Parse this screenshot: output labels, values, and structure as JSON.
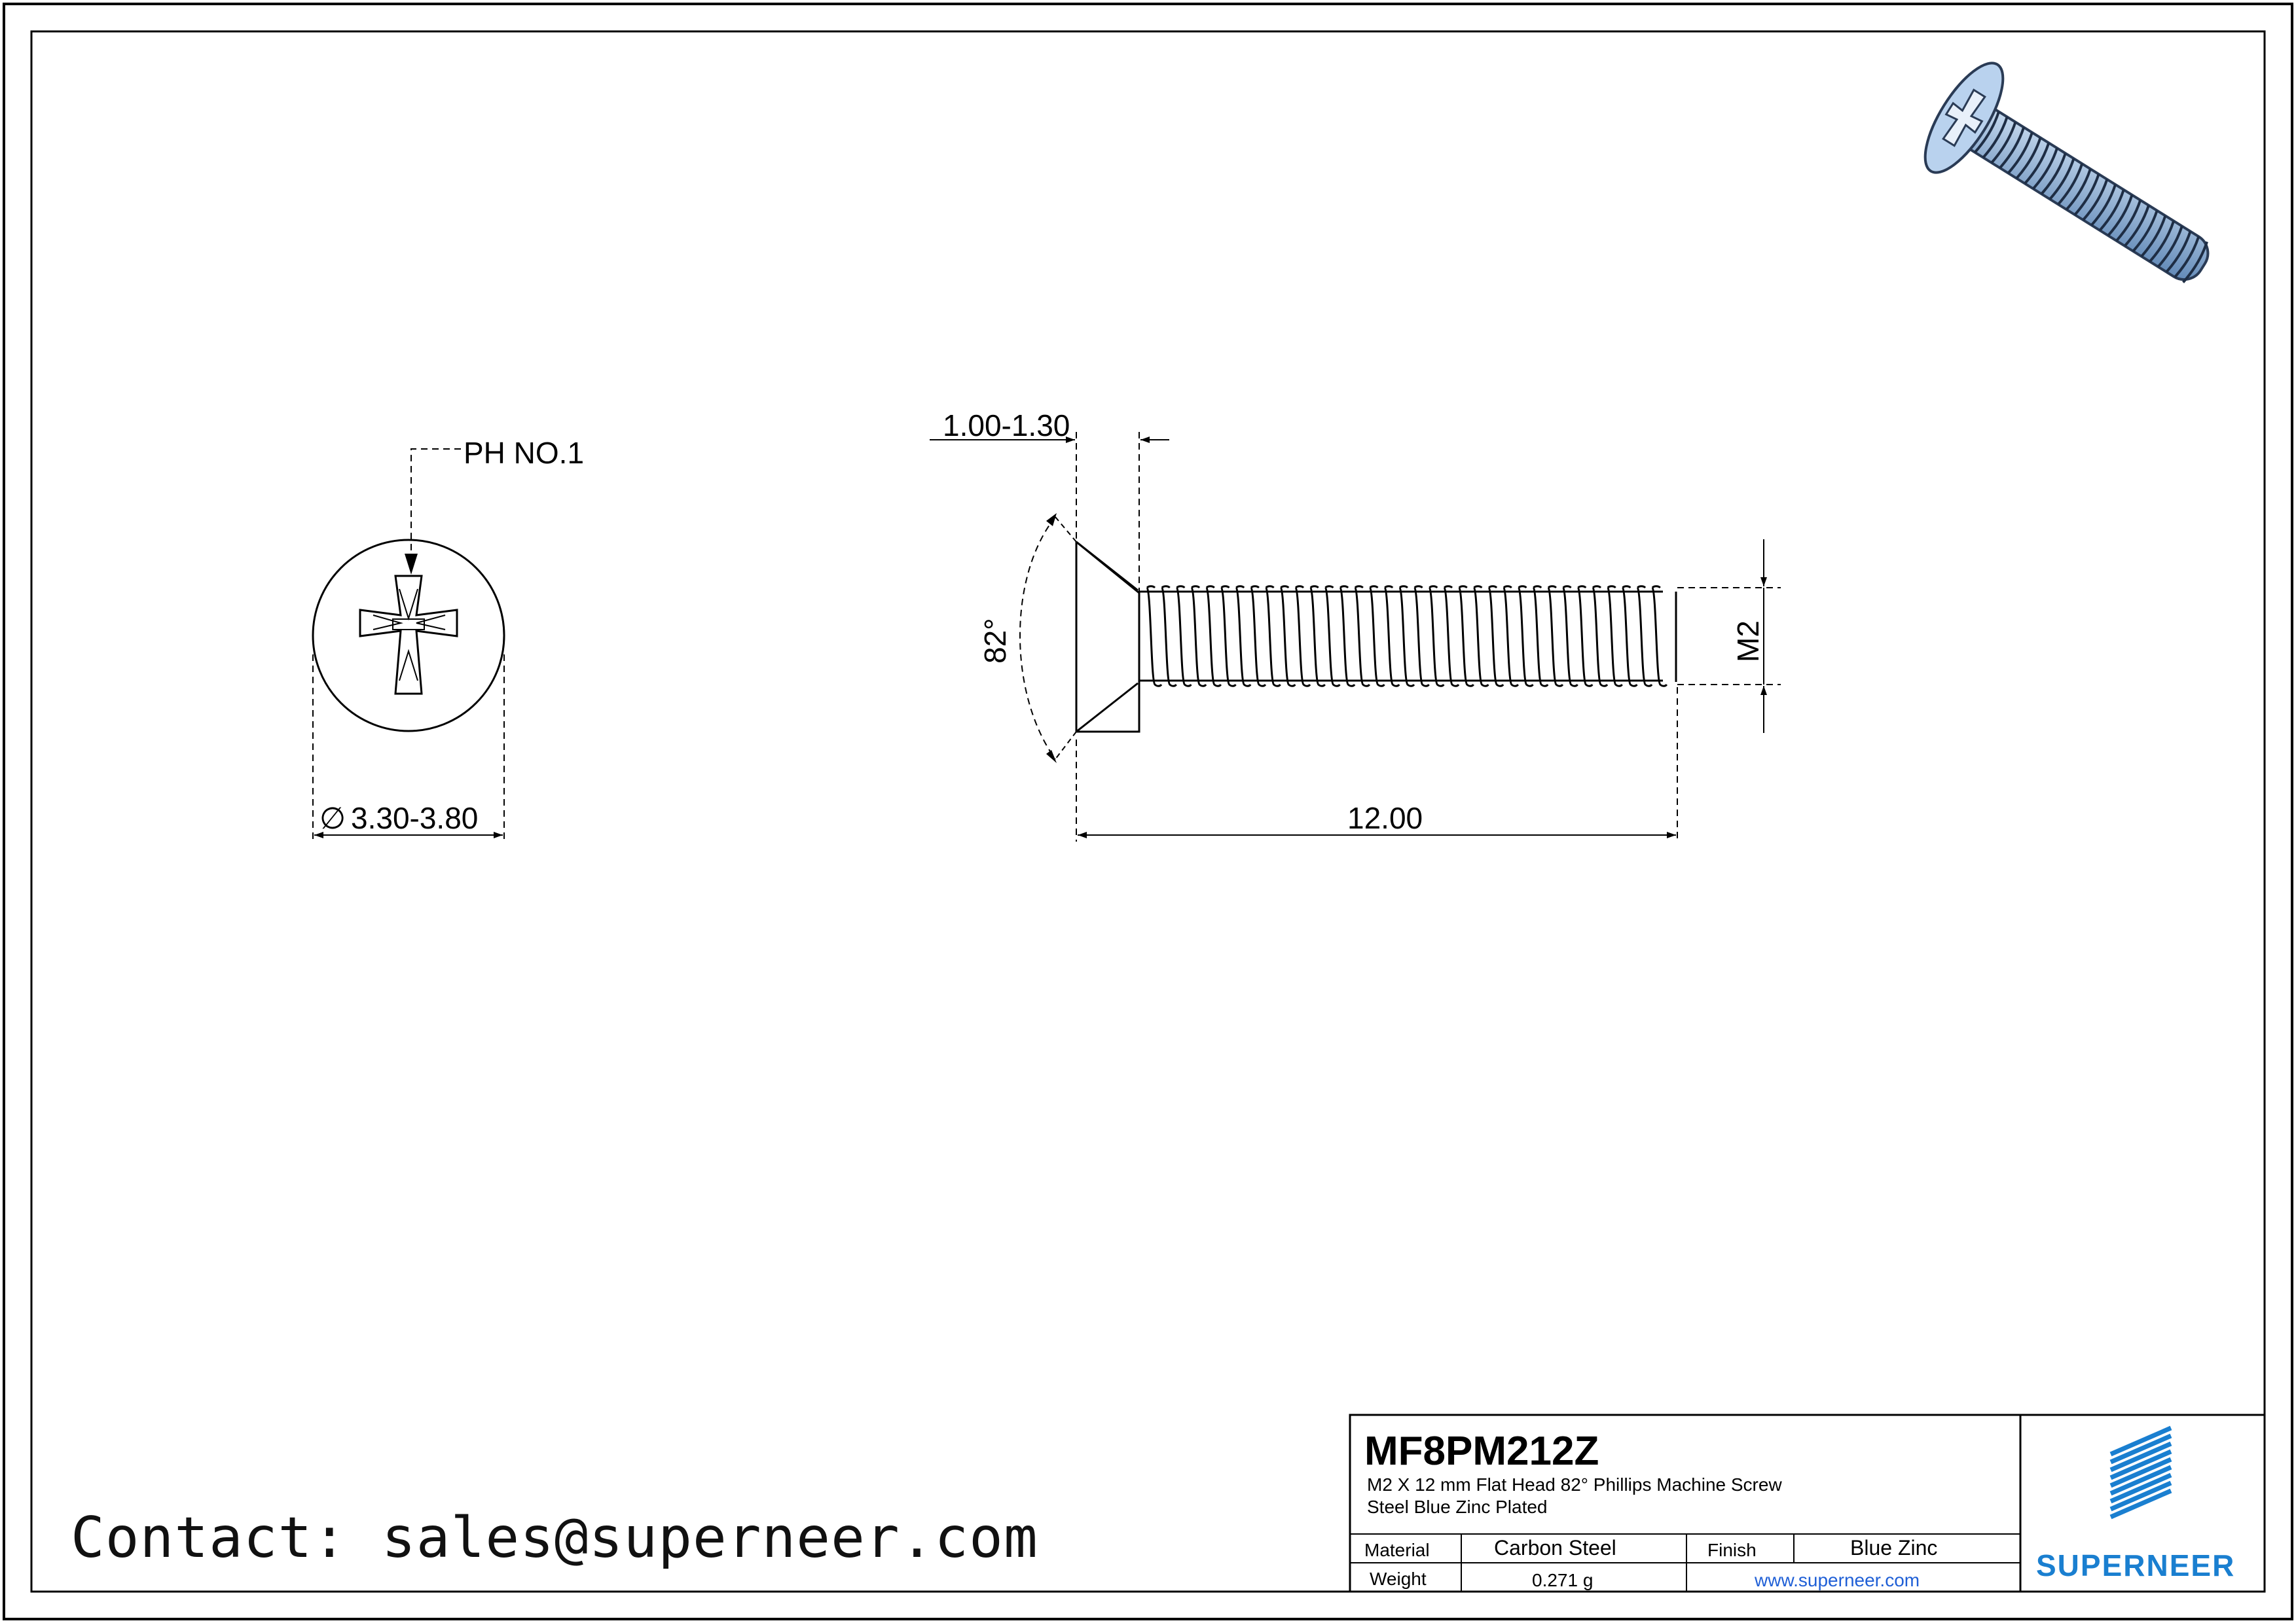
{
  "drawing": {
    "head_dimension": "PH NO.1",
    "diameter_symbol": "∅",
    "head_diameter": "3.30-3.80",
    "head_height": "1.00-1.30",
    "head_angle": "82°",
    "thread_size": "M2",
    "length": "12.00"
  },
  "title_block": {
    "part_number": "MF8PM212Z",
    "description_line1": "M2 X 12 mm  Flat Head 82° Phillips Machine Screw",
    "description_line2": "Steel Blue Zinc Plated",
    "material_label": "Material",
    "material_value": "Carbon Steel",
    "finish_label": "Finish",
    "finish_value": "Blue Zinc",
    "weight_label": "Weight",
    "weight_value": "0.271 g",
    "website": "www.superneer.com",
    "logo_text": "SUPERNEER"
  },
  "contact": "Contact: sales@superneer.com",
  "colors": {
    "logo_blue": "#1a7fd0",
    "screw_blue": "#8fb4dc",
    "link_blue": "#1f5fd6"
  },
  "icons": {
    "screw_render": "screw-3d-icon",
    "logo_mark": "superneer-stripes-icon"
  }
}
